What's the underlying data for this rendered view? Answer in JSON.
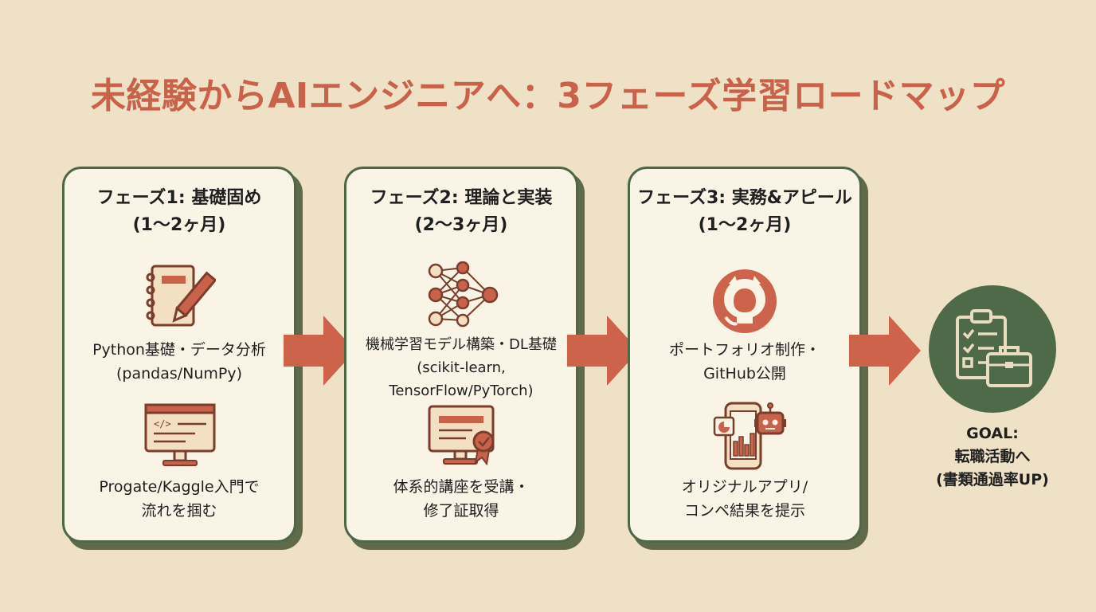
{
  "title": "未経験からAIエンジニアへ：3フェーズ学習ロードマップ",
  "phases": [
    {
      "title_line1": "フェーズ1: 基礎固め",
      "title_line2": "(1〜2ヶ月)",
      "item1": [
        "Python基礎・データ分析",
        "(pandas/NumPy)"
      ],
      "item2": [
        "Progate/Kaggle入門で",
        "流れを掴む"
      ],
      "icon1": "notebook-pencil-icon",
      "icon2": "code-monitor-icon"
    },
    {
      "title_line1": "フェーズ2: 理論と実装",
      "title_line2": "(2〜3ヶ月)",
      "item1": [
        "機械学習モデル構築・DL基礎",
        "(scikit-learn,",
        "TensorFlow/PyTorch)"
      ],
      "item2": [
        "体系的講座を受講・",
        "修了証取得"
      ],
      "icon1": "neural-network-icon",
      "icon2": "certificate-monitor-icon"
    },
    {
      "title_line1": "フェーズ3: 実務&アピール",
      "title_line2": "(1〜2ヶ月)",
      "item1": [
        "ポートフォリオ制作・",
        "GitHub公開"
      ],
      "item2": [
        "オリジナルアプリ/",
        "コンペ結果を提示"
      ],
      "icon1": "github-icon",
      "icon2": "app-robot-icon"
    }
  ],
  "goal": {
    "lines": [
      "GOAL:",
      "転職活動へ",
      "(書類通過率UP)"
    ],
    "icon": "checklist-briefcase-icon"
  },
  "colors": {
    "background": "#efe1c6",
    "accent": "#c9624a",
    "card_border": "#4e6744",
    "card_fill": "#faf4e6",
    "goal_fill": "#4f6a48"
  }
}
